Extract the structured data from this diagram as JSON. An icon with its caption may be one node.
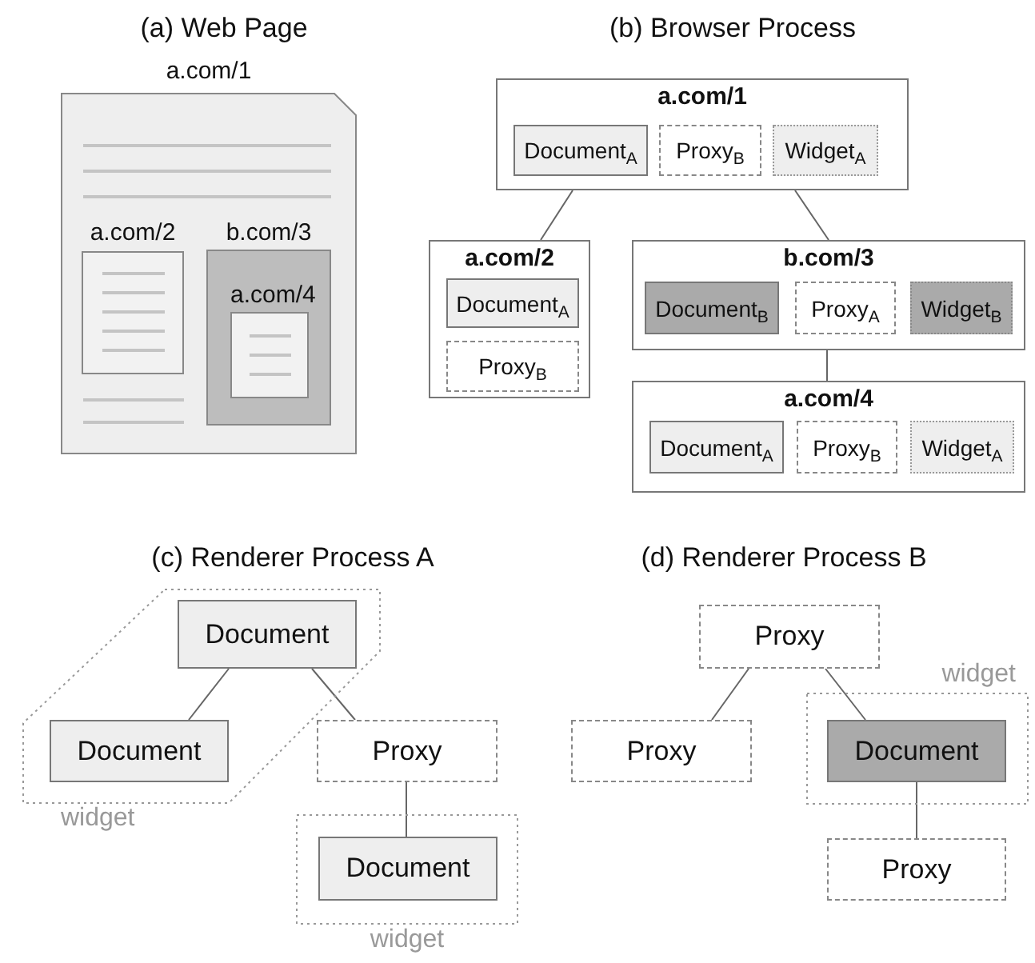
{
  "diagram": {
    "nodes": [
      {
        "text": [
          "a.com/1"
        ]
      },
      {
        "text": [
          "a.com/2"
        ],
        "in": 0
      },
      {
        "text": [
          "b.com/3"
        ],
        "in": 0
      },
      {
        "text": [
          "a.com/4"
        ],
        "in": 2
      },
      {
        "text": [
          "a.com/1"
        ]
      },
      {
        "text": [
          "Document$_{A}$"
        ],
        "in": 4
      },
      {
        "text": [
          "Proxy$_{B}$"
        ],
        "in": 4
      },
      {
        "text": [
          "Widget$_{A}$"
        ],
        "in": 4
      },
      {
        "text": [
          "a.com/2"
        ]
      },
      {
        "text": [
          "Document$_{A}$"
        ],
        "in": 8
      },
      {
        "text": [
          "Proxy$_{B}$"
        ],
        "in": 8
      },
      {
        "text": [
          "b.com/3"
        ]
      },
      {
        "text": [
          "Document$_{B}$"
        ],
        "in": 11
      },
      {
        "text": [
          "Proxy$_{A}$"
        ],
        "in": 11
      },
      {
        "text": [
          "Widget$_{B}$"
        ],
        "in": 11
      },
      {
        "text": [
          "a.com/4"
        ]
      },
      {
        "text": [
          "Document$_{A}$"
        ],
        "in": 15
      },
      {
        "text": [
          "Proxy$_{B}$"
        ],
        "in": 15
      },
      {
        "text": [
          "Widget$_{A}$"
        ],
        "in": 15
      },
      {
        "text": [
          "widget"
        ]
      },
      {
        "text": [
          "Document"
        ],
        "in": 19
      },
      {
        "text": [
          "Document"
        ],
        "in": 19
      },
      {
        "text": [
          "Proxy"
        ]
      },
      {
        "text": [
          "widget"
        ]
      },
      {
        "text": [
          "Document"
        ],
        "in": 23
      },
      {
        "text": [
          "Proxy"
        ]
      },
      {
        "text": [
          "Proxy"
        ]
      },
      {
        "text": [
          "widget"
        ]
      },
      {
        "text": [
          "Document"
        ],
        "in": 27
      },
      {
        "text": [
          "Proxy"
        ]
      }
    ],
    "edges": [
      {
        "from": 4,
        "to": 8,
        "arrow": "none"
      },
      {
        "from": 4,
        "to": 11,
        "arrow": "none"
      },
      {
        "from": 11,
        "to": 15,
        "arrow": "none"
      },
      {
        "from": 20,
        "to": 21,
        "arrow": "none"
      },
      {
        "from": 20,
        "to": 22,
        "arrow": "none"
      },
      {
        "from": 22,
        "to": 24,
        "arrow": "none"
      },
      {
        "from": 25,
        "to": 26,
        "arrow": "none"
      },
      {
        "from": 25,
        "to": 28,
        "arrow": "none"
      },
      {
        "from": 28,
        "to": 29,
        "arrow": "none"
      }
    ],
    "labels": [
      "(a) Web Page",
      "(b) Browser Process",
      "(c) Renderer Process A",
      "(d) Renderer Process B"
    ]
  }
}
